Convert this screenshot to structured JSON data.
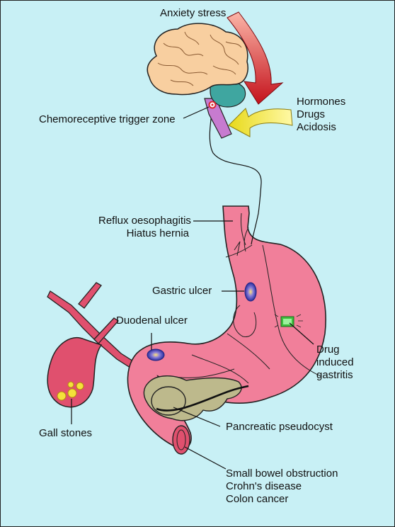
{
  "labels": {
    "anxiety": "Anxiety stress",
    "ctz": "Chemoreceptive trigger zone",
    "systemic": [
      "Hormones",
      "Drugs",
      "Acidosis"
    ],
    "reflux": [
      "Reflux oesophagitis",
      "Hiatus hernia"
    ],
    "gastric_ulcer": "Gastric ulcer",
    "duodenal_ulcer": "Duodenal ulcer",
    "drug_gastritis": [
      "Drug",
      "induced",
      "gastritis"
    ],
    "gall_stones": "Gall stones",
    "pancreatic": "Pancreatic pseudocyst",
    "bowel": [
      "Small bowel obstruction",
      "Crohn's disease",
      "Colon cancer"
    ]
  },
  "colors": {
    "background": "#c8f0f5",
    "brain": "#f8cfa0",
    "cerebellum": "#3fa6a0",
    "brainstem": "#c77bd0",
    "stomach": "#f17f9a",
    "gallbladder": "#e0506e",
    "pancreas": "#bdb98c",
    "red_arrow": "#d8262e",
    "yellow_arrow": "#f2ea2a",
    "ulcer": "#2c2f9f",
    "drug_patch": "#3fbf3f"
  }
}
